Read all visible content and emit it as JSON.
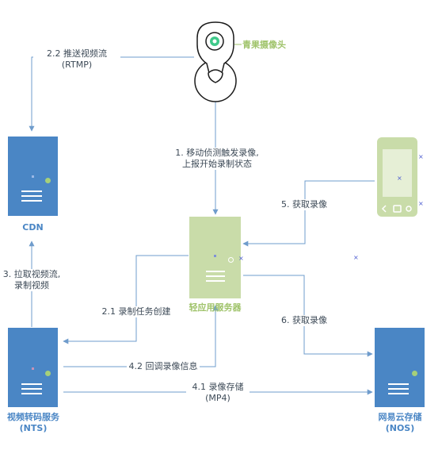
{
  "colors": {
    "blue": "#4a86c5",
    "green": "#c9dca9",
    "green_text": "#9fc36a",
    "arrow": "#6f9ccc"
  },
  "nodes": {
    "camera": {
      "title": "青果摄像头"
    },
    "cdn": {
      "title": "CDN"
    },
    "app_server": {
      "title": "轻应用服务器"
    },
    "nts": {
      "title_line1": "视频转码服务",
      "title_line2": "(NTS)"
    },
    "nos": {
      "title_line1": "网易云存储",
      "title_line2": "(NOS)"
    }
  },
  "edges": {
    "e1": {
      "line1": "1. 移动侦测触发录像,",
      "line2": "上报开始录制状态"
    },
    "e22": {
      "line1": "2.2 推送视频流",
      "line2": "(RTMP)"
    },
    "e3": {
      "line1": "3. 拉取视频流,",
      "line2": "录制视频"
    },
    "e21": {
      "line1": "2.1 录制任务创建"
    },
    "e42": {
      "line1": "4.2 回调录像信息"
    },
    "e41": {
      "line1": "4.1 录像存储",
      "line2": "(MP4)"
    },
    "e5": {
      "line1": "5. 获取录像"
    },
    "e6": {
      "line1": "6. 获取录像"
    }
  }
}
